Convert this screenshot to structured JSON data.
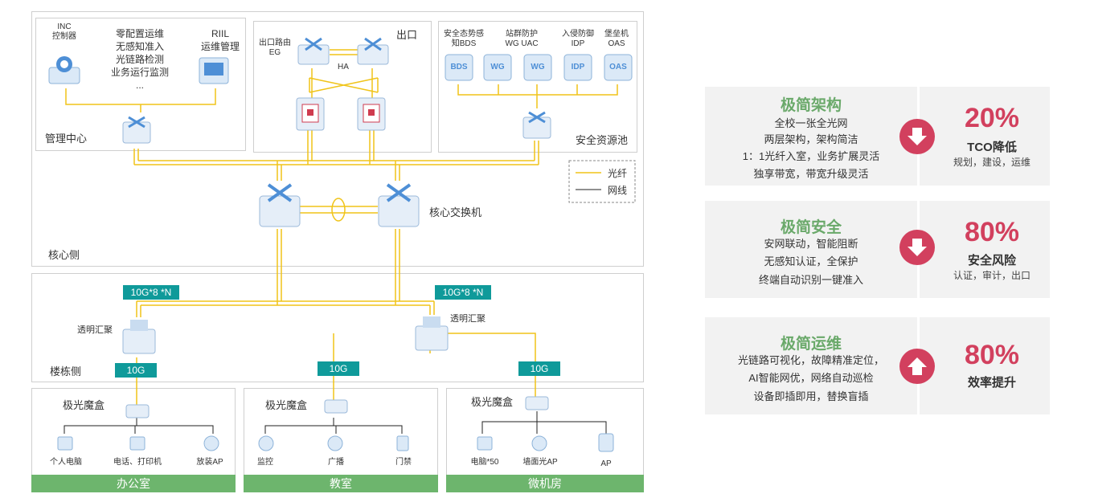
{
  "mgmt": {
    "inc": "INC",
    "inc_sub": "控制器",
    "features": [
      "零配置运维",
      "无感知准入",
      "光链路检测",
      "业务运行监测",
      "..."
    ],
    "riil": "RIIL",
    "riil_sub": "运维管理",
    "title": "管理中心"
  },
  "exit": {
    "title": "出口",
    "eg1": "出口路由",
    "eg2": "EG",
    "ha": "HA"
  },
  "security": {
    "items": [
      {
        "l1": "安全态势感",
        "l2": "知BDS",
        "icon": "BDS"
      },
      {
        "l1": "站群防护",
        "l2": "WG UAC",
        "icon": "WG"
      },
      {
        "l1": "",
        "l2": "",
        "icon": "WG"
      },
      {
        "l1": "入侵防御",
        "l2": "IDP",
        "icon": "IDP"
      },
      {
        "l1": "堡垒机",
        "l2": "OAS",
        "icon": "OAS"
      }
    ],
    "title": "安全资源池"
  },
  "legend": {
    "fiber": "光纤",
    "cable": "网线",
    "fiber_color": "#f0c419",
    "cable_color": "#222222"
  },
  "core": {
    "switch_label": "核心交换机",
    "side": "核心侧"
  },
  "building": {
    "tag_left": "10G*8 *N",
    "tag_right": "10G*8 *N",
    "agg_left": "透明汇聚",
    "agg_right": "透明汇聚",
    "side": "楼栋侧",
    "tags_10g": [
      "10G",
      "10G",
      "10G"
    ]
  },
  "rooms": [
    {
      "box": "极光魔盒",
      "devices": [
        "个人电脑",
        "电话、打印机",
        "放装AP"
      ],
      "name": "办公室"
    },
    {
      "box": "极光魔盒",
      "devices": [
        "监控",
        "广播",
        "门禁"
      ],
      "name": "教室"
    },
    {
      "box": "极光魔盒",
      "devices": [
        "电脑*50",
        "墙面光AP",
        "AP"
      ],
      "name": "微机房"
    }
  ],
  "cards": [
    {
      "title": "极简架构",
      "lines": [
        "全校一张全光网",
        "两层架构，架构简洁",
        "1：1光纤入室，业务扩展灵活",
        "独享带宽，带宽升级灵活"
      ],
      "arrow": "down",
      "value": "20%",
      "metric": "TCO降低",
      "detail": "规划，建设，运维"
    },
    {
      "title": "极简安全",
      "lines": [
        "安网联动，智能阻断",
        "无感知认证，全保护",
        "终端自动识别一键准入"
      ],
      "arrow": "down",
      "value": "80%",
      "metric": "安全风险",
      "detail": "认证，审计，出口"
    },
    {
      "title": "极简运维",
      "lines": [
        "光链路可视化，故障精准定位，",
        "AI智能网优，网络自动巡检",
        "设备即插即用，替换盲插"
      ],
      "arrow": "up",
      "value": "80%",
      "metric": "效率提升",
      "detail": ""
    }
  ],
  "colors": {
    "accent_red": "#d2405e",
    "green": "#6aa96a",
    "band_green": "#6db56d",
    "teal": "#0f9a9a"
  }
}
